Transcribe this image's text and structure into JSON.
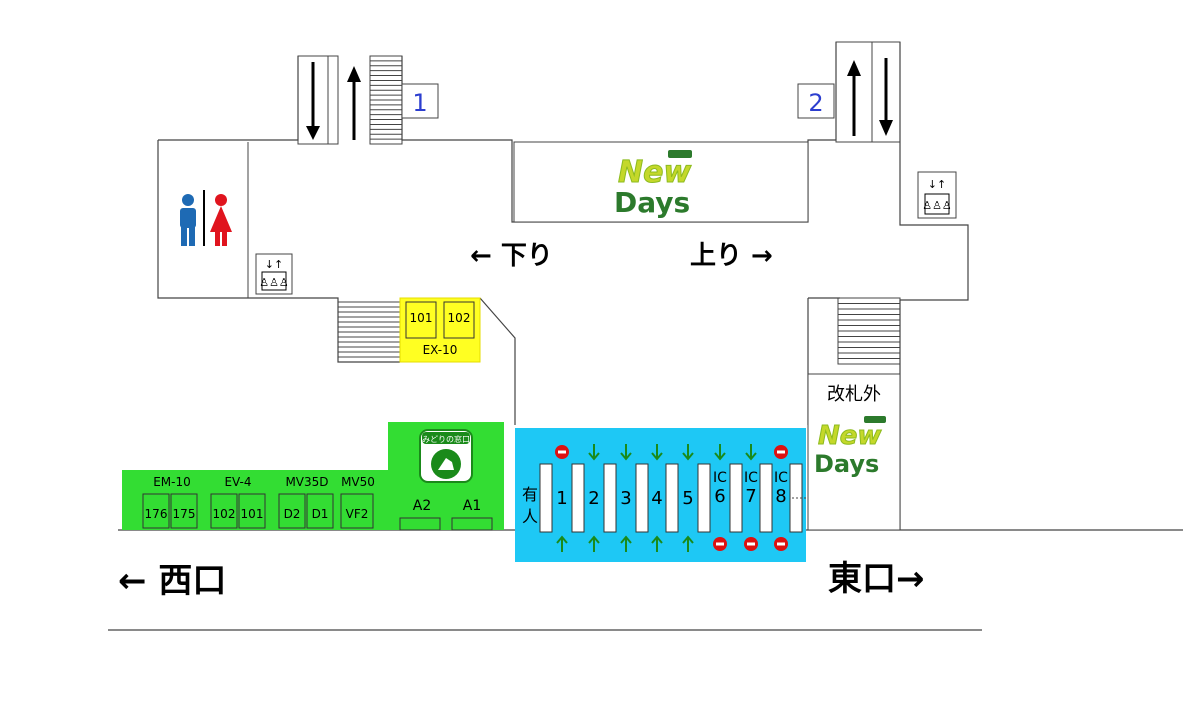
{
  "exits": {
    "stair_1": "1",
    "stair_2": "2",
    "west": "← 西口",
    "east": "東口→"
  },
  "directions": {
    "down": "← 下り",
    "up": "上り →"
  },
  "stores": {
    "newdays_top": {
      "line1": "New",
      "line2": "Days"
    },
    "newdays_east": {
      "line1": "New",
      "line2": "Days"
    },
    "outside_gate": "改札外"
  },
  "midori": {
    "label": "みどりの窓口",
    "windows": [
      "A2",
      "A1"
    ]
  },
  "ex10": {
    "title": "EX-10",
    "units": [
      "101",
      "102"
    ]
  },
  "machines": [
    {
      "name": "EM-10",
      "units": [
        "176",
        "175"
      ]
    },
    {
      "name": "EV-4",
      "units": [
        "102",
        "101"
      ]
    },
    {
      "name": "MV35D",
      "units": [
        "D2",
        "D1"
      ]
    },
    {
      "name": "MV50",
      "units": [
        "VF2"
      ]
    }
  ],
  "gates": {
    "staffed": "有人",
    "labels": [
      "1",
      "2",
      "3",
      "4",
      "5",
      "IC 6",
      "IC 7",
      "IC 8"
    ]
  },
  "colors": {
    "ticket_green": "#33dd33",
    "ex_yellow": "#ffff22",
    "gate_blue": "#1ec8f5",
    "arrow_green": "#1a8a1a",
    "no_entry_red": "#dd1111",
    "newdays_green": "#8dbb1e",
    "newdays_dark": "#2c7a2c"
  },
  "icons": [
    "toilet-icon",
    "elevator-icon",
    "escalator-arrow-icon",
    "stairs-icon",
    "no-entry-icon",
    "seat-icon"
  ]
}
